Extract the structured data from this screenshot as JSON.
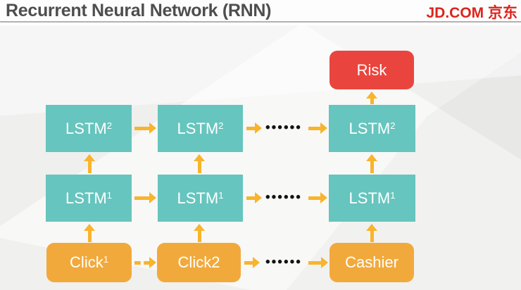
{
  "header": {
    "title": "Recurrent Neural Network (RNN)",
    "logo": "JD.COM 京东"
  },
  "colors": {
    "node_teal": "#66c5be",
    "node_orange": "#f2a93c",
    "node_red": "#e9453e",
    "arrow_yellow": "#f8b42c",
    "logo_red": "#da251c",
    "title_gray": "#4e4e4e",
    "dots_black": "#141414",
    "background": "#efefee"
  },
  "diagram": {
    "dots": "••••••",
    "nodes": {
      "risk": {
        "base": "Risk",
        "sup": ""
      },
      "lstm2_1": {
        "base": "LSTM",
        "sup": "2"
      },
      "lstm2_2": {
        "base": "LSTM",
        "sup": "2"
      },
      "lstm2_3": {
        "base": "LSTM",
        "sup": "2"
      },
      "lstm1_1": {
        "base": "LSTM",
        "sup": "1"
      },
      "lstm1_2": {
        "base": "LSTM",
        "sup": "1"
      },
      "lstm1_3": {
        "base": "LSTM",
        "sup": "1"
      },
      "click1": {
        "base": "Click",
        "sup": "1"
      },
      "click2": {
        "base": "Click2",
        "sup": ""
      },
      "cashier": {
        "base": "Cashier",
        "sup": ""
      }
    }
  }
}
